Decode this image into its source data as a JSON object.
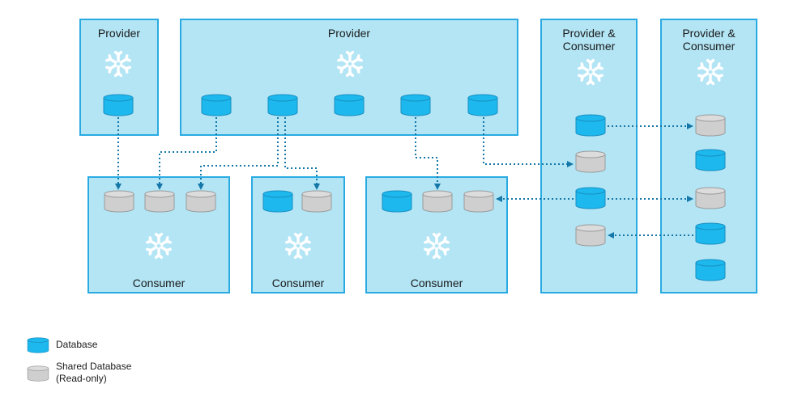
{
  "colors": {
    "box_fill": "#b3e5f5",
    "box_border": "#29abe2",
    "database": "#1cb8ee",
    "shared_database": "#cfcfcf",
    "arrow": "#1577a8"
  },
  "accounts": {
    "provider_1": {
      "label": "Provider"
    },
    "provider_2": {
      "label": "Provider"
    },
    "provider_consumer_1": {
      "label": "Provider &\nConsumer"
    },
    "provider_consumer_2": {
      "label": "Provider &\nConsumer"
    },
    "consumer_1": {
      "label": "Consumer"
    },
    "consumer_2": {
      "label": "Consumer"
    },
    "consumer_3": {
      "label": "Consumer"
    }
  },
  "icon": "snowflake-icon",
  "legend": {
    "database": "Database",
    "shared_database": "Shared Database\n(Read-only)"
  }
}
